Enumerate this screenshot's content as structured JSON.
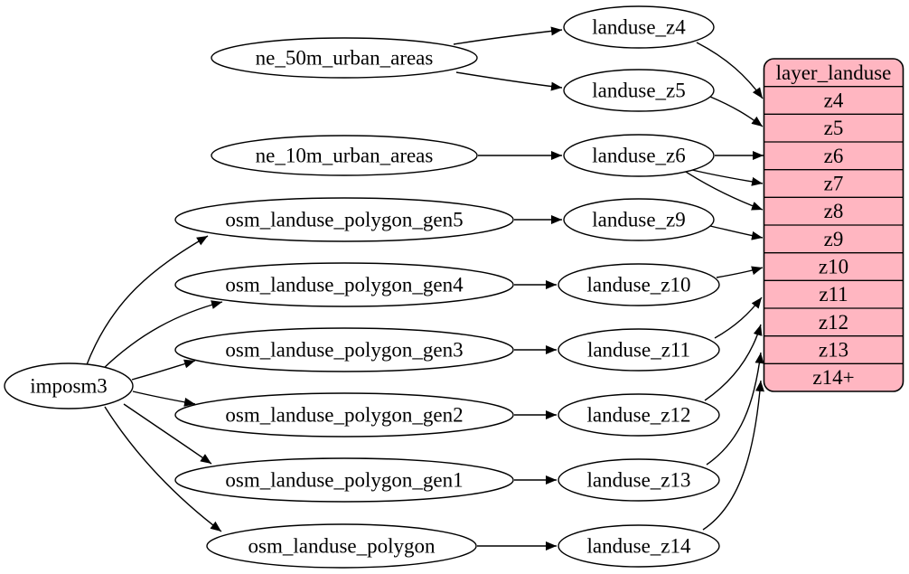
{
  "colors": {
    "background": "#ffffff",
    "node_fill": "#ffffff",
    "stroke": "#000000",
    "table_fill": "#ffb6c1",
    "text": "#000000"
  },
  "nodes": {
    "imposm3": {
      "label": "imposm3"
    },
    "ne_50m_urban_areas": {
      "label": "ne_50m_urban_areas"
    },
    "ne_10m_urban_areas": {
      "label": "ne_10m_urban_areas"
    },
    "osm_landuse_polygon_gen5": {
      "label": "osm_landuse_polygon_gen5"
    },
    "osm_landuse_polygon_gen4": {
      "label": "osm_landuse_polygon_gen4"
    },
    "osm_landuse_polygon_gen3": {
      "label": "osm_landuse_polygon_gen3"
    },
    "osm_landuse_polygon_gen2": {
      "label": "osm_landuse_polygon_gen2"
    },
    "osm_landuse_polygon_gen1": {
      "label": "osm_landuse_polygon_gen1"
    },
    "osm_landuse_polygon": {
      "label": "osm_landuse_polygon"
    },
    "landuse_z4": {
      "label": "landuse_z4"
    },
    "landuse_z5": {
      "label": "landuse_z5"
    },
    "landuse_z6": {
      "label": "landuse_z6"
    },
    "landuse_z9": {
      "label": "landuse_z9"
    },
    "landuse_z10": {
      "label": "landuse_z10"
    },
    "landuse_z11": {
      "label": "landuse_z11"
    },
    "landuse_z12": {
      "label": "landuse_z12"
    },
    "landuse_z13": {
      "label": "landuse_z13"
    },
    "landuse_z14": {
      "label": "landuse_z14"
    }
  },
  "table": {
    "title": "layer_landuse",
    "rows": [
      "z4",
      "z5",
      "z6",
      "z7",
      "z8",
      "z9",
      "z10",
      "z11",
      "z12",
      "z13",
      "z14+"
    ]
  },
  "edges": [
    {
      "from": "imposm3",
      "to": "osm_landuse_polygon_gen5"
    },
    {
      "from": "imposm3",
      "to": "osm_landuse_polygon_gen4"
    },
    {
      "from": "imposm3",
      "to": "osm_landuse_polygon_gen3"
    },
    {
      "from": "imposm3",
      "to": "osm_landuse_polygon_gen2"
    },
    {
      "from": "imposm3",
      "to": "osm_landuse_polygon_gen1"
    },
    {
      "from": "imposm3",
      "to": "osm_landuse_polygon"
    },
    {
      "from": "ne_50m_urban_areas",
      "to": "landuse_z4"
    },
    {
      "from": "ne_50m_urban_areas",
      "to": "landuse_z5"
    },
    {
      "from": "ne_10m_urban_areas",
      "to": "landuse_z6"
    },
    {
      "from": "osm_landuse_polygon_gen5",
      "to": "landuse_z9"
    },
    {
      "from": "osm_landuse_polygon_gen4",
      "to": "landuse_z10"
    },
    {
      "from": "osm_landuse_polygon_gen3",
      "to": "landuse_z11"
    },
    {
      "from": "osm_landuse_polygon_gen2",
      "to": "landuse_z12"
    },
    {
      "from": "osm_landuse_polygon_gen1",
      "to": "landuse_z13"
    },
    {
      "from": "osm_landuse_polygon",
      "to": "landuse_z14"
    },
    {
      "from": "landuse_z4",
      "to": "layer_landuse.z4"
    },
    {
      "from": "landuse_z5",
      "to": "layer_landuse.z5"
    },
    {
      "from": "landuse_z6",
      "to": "layer_landuse.z6"
    },
    {
      "from": "landuse_z6",
      "to": "layer_landuse.z7"
    },
    {
      "from": "landuse_z6",
      "to": "layer_landuse.z8"
    },
    {
      "from": "landuse_z9",
      "to": "layer_landuse.z9"
    },
    {
      "from": "landuse_z10",
      "to": "layer_landuse.z10"
    },
    {
      "from": "landuse_z11",
      "to": "layer_landuse.z11"
    },
    {
      "from": "landuse_z12",
      "to": "layer_landuse.z12"
    },
    {
      "from": "landuse_z13",
      "to": "layer_landuse.z13"
    },
    {
      "from": "landuse_z14",
      "to": "layer_landuse.z14+"
    }
  ]
}
